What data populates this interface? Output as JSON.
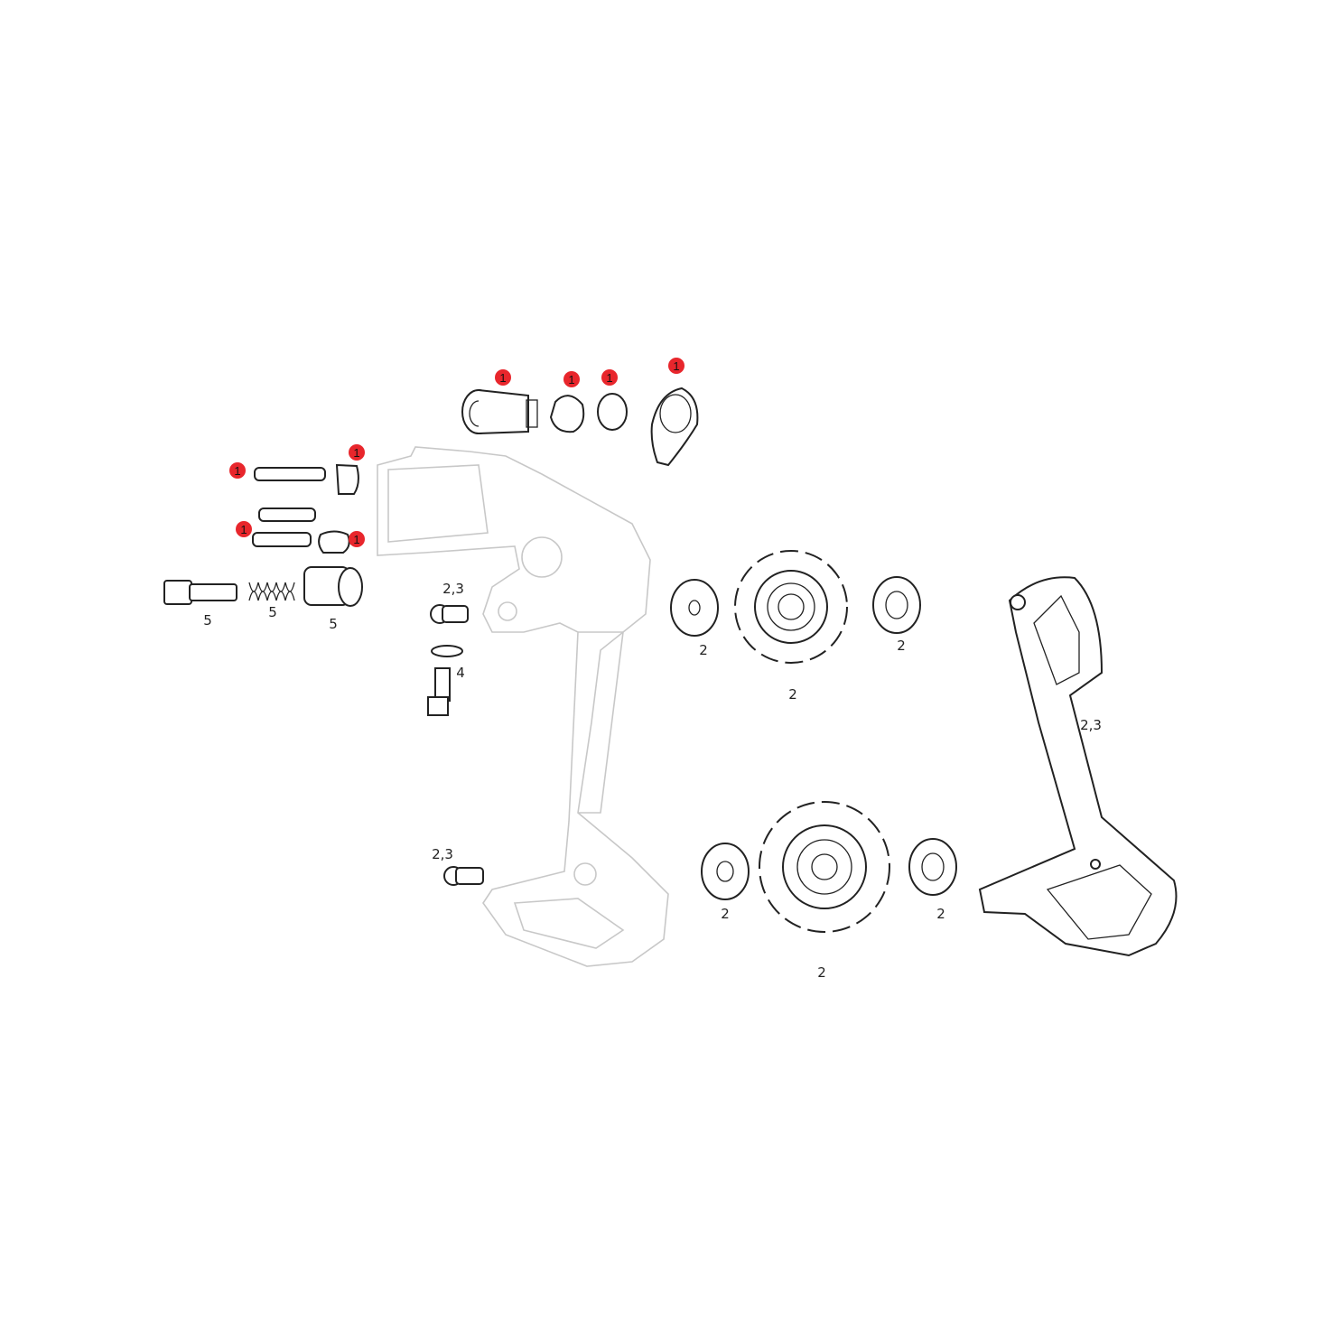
{
  "colors": {
    "callout": "#e8262c",
    "line": "#222222",
    "ghost": "#c8c8c8"
  },
  "callouts": [
    "1",
    "1",
    "1",
    "1",
    "1",
    "1",
    "1",
    "1"
  ],
  "labels": {
    "limit_screw_5a": "5",
    "spring_5": "5",
    "barrel_adjuster_5": "5",
    "bolt_top_23": "2,3",
    "washer_4": "4",
    "upper_washer_left": "2",
    "upper_washer_right": "2",
    "upper_pulley": "2",
    "cage_inner": "2,3",
    "bolt_lower_23": "2,3",
    "lower_washer_left": "2",
    "lower_washer_right": "2",
    "lower_pulley": "2"
  }
}
